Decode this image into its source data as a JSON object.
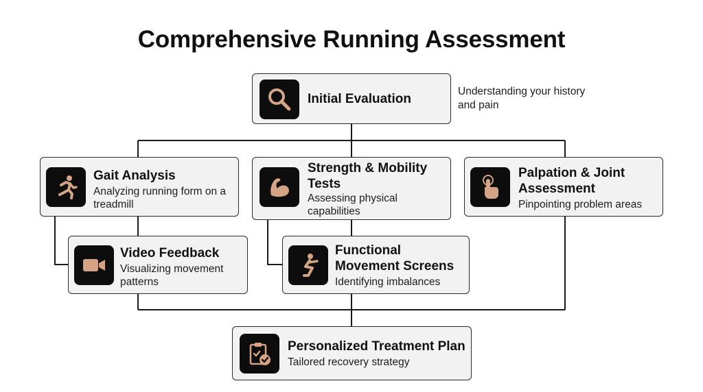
{
  "title": "Comprehensive Running Assessment",
  "nodes": {
    "initial": {
      "title": "Initial Evaluation",
      "note": "Understanding your history and pain",
      "icon": "magnifier-icon"
    },
    "gait": {
      "title": "Gait Analysis",
      "subtitle": "Analyzing running form on a treadmill",
      "icon": "runner-icon"
    },
    "strength": {
      "title": "Strength & Mobility Tests",
      "subtitle": "Assessing physical capabilities",
      "icon": "flexed-arm-icon"
    },
    "palpation": {
      "title": "Palpation & Joint Assessment",
      "subtitle": "Pinpointing problem areas",
      "icon": "touch-hand-icon"
    },
    "video": {
      "title": "Video Feedback",
      "subtitle": "Visualizing movement patterns",
      "icon": "video-camera-icon"
    },
    "functional": {
      "title": "Functional Movement Screens",
      "subtitle": "Identifying imbalances",
      "icon": "squat-icon"
    },
    "plan": {
      "title": "Personalized Treatment Plan",
      "subtitle": "Tailored recovery strategy",
      "icon": "clipboard-check-icon"
    }
  },
  "colors": {
    "icon_tile": "#0d0d0d",
    "icon_glyph": "#d4a485",
    "card_fill": "#f2f2f2",
    "line": "#1a1a1a"
  }
}
